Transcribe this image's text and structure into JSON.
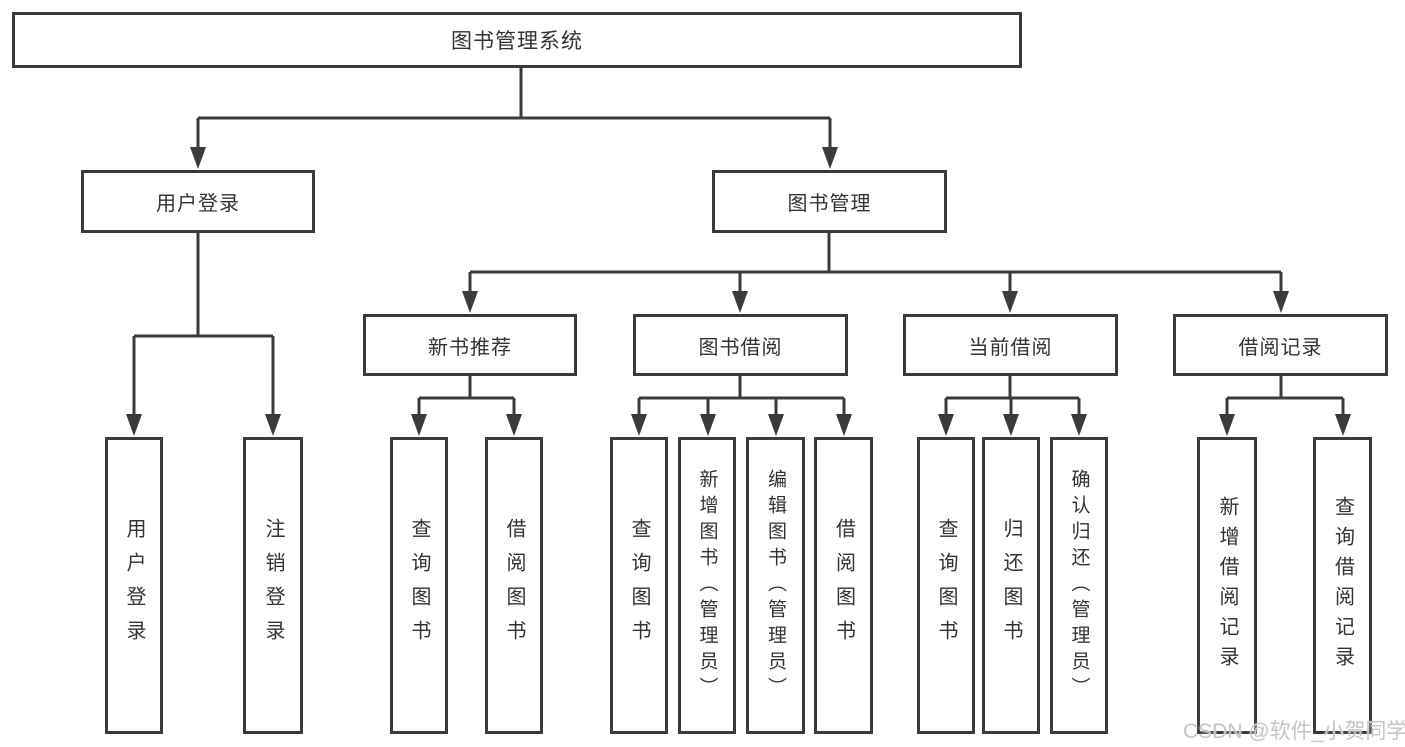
{
  "root": {
    "label": "图书管理系统"
  },
  "user_login": {
    "label": "用户登录",
    "children": [
      "用户登录",
      "注销登录"
    ]
  },
  "book_mgmt": {
    "label": "图书管理"
  },
  "new_book": {
    "label": "新书推荐",
    "children": [
      "查询图书",
      "借阅图书"
    ]
  },
  "book_borrow": {
    "label": "图书借阅",
    "children": [
      "查询图书",
      "新增图书（管理员）",
      "编辑图书（管理员）",
      "借阅图书"
    ]
  },
  "current_borrow": {
    "label": "当前借阅",
    "children": [
      "查询图书",
      "归还图书",
      "确认归还（管理员）"
    ]
  },
  "borrow_records": {
    "label": "借阅记录",
    "children": [
      "新增借阅记录",
      "查询借阅记录"
    ]
  },
  "watermark": "CSDN @软件_小贺同学",
  "colors": {
    "line": "#3b3b3b",
    "text": "#333333",
    "box_bg": "#ffffff",
    "watermark": "#c5c5c5"
  }
}
